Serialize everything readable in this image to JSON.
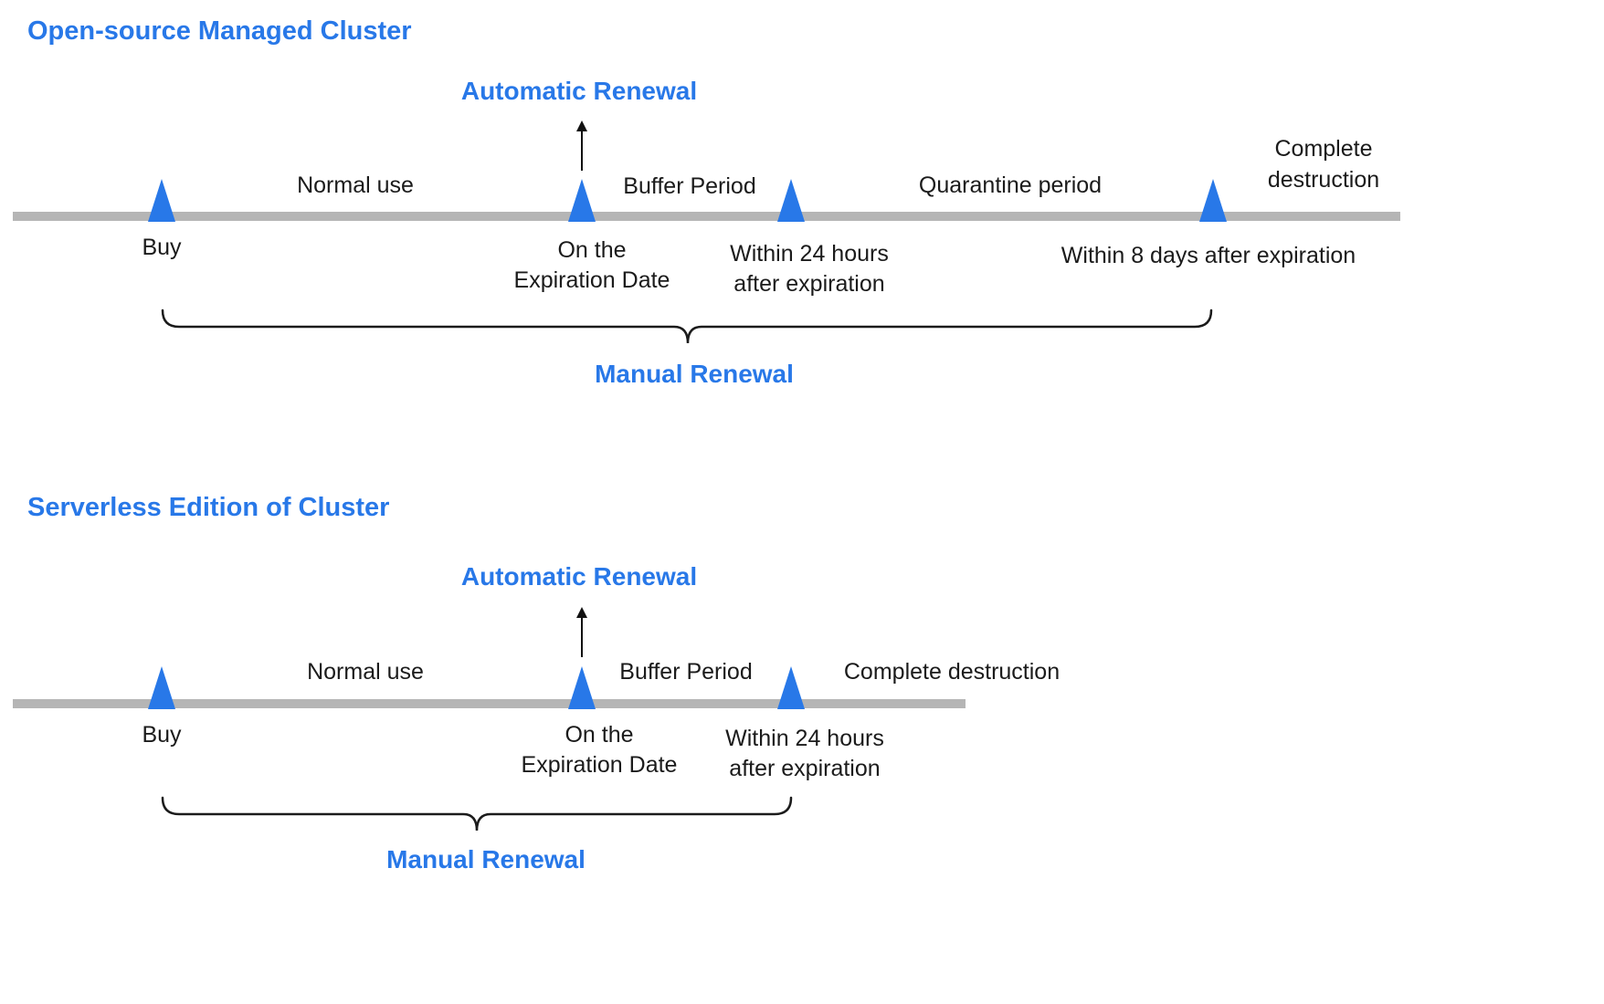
{
  "colors": {
    "accent_blue": "#2878e8",
    "timeline_gray": "#b5b5b5",
    "text_black": "#1b1b1b",
    "arrow_black": "#111111"
  },
  "diagrams": [
    {
      "title": "Open-source Managed Cluster",
      "automatic_renewal_label": "Automatic Renewal",
      "manual_renewal_label": "Manual Renewal",
      "phases": {
        "normal_use": "Normal use",
        "buffer_period": "Buffer Period",
        "quarantine_period": "Quarantine period",
        "complete_destruction": "Complete\ndestruction"
      },
      "milestones": {
        "buy": "Buy",
        "expiration": "On the\nExpiration Date",
        "within_24_hours": "Within 24 hours\nafter expiration",
        "within_8_days": "Within 8 days after expiration"
      }
    },
    {
      "title": "Serverless Edition of Cluster",
      "automatic_renewal_label": "Automatic Renewal",
      "manual_renewal_label": "Manual Renewal",
      "phases": {
        "normal_use": "Normal use",
        "buffer_period": "Buffer Period",
        "complete_destruction": "Complete destruction"
      },
      "milestones": {
        "buy": "Buy",
        "expiration": "On the\nExpiration Date",
        "within_24_hours": "Within 24 hours\nafter expiration"
      }
    }
  ]
}
